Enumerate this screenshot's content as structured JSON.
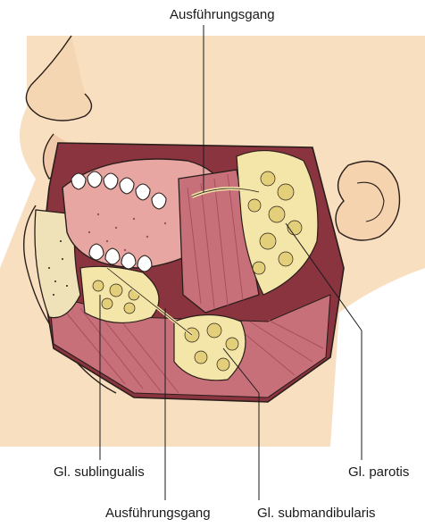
{
  "labels": {
    "top_duct": "Ausführungsgang",
    "sublingual": "Gl. sublingualis",
    "parotid": "Gl. parotis",
    "bottom_duct": "Ausführungsgang",
    "submandibular": "Gl. submandibularis"
  },
  "colors": {
    "skin": "#f7dfc0",
    "skin_shadow": "#efcfa8",
    "outline": "#2a1e1a",
    "muscle": "#c8707a",
    "muscle_dark": "#a84e5c",
    "gland": "#f3e6a8",
    "gland_shadow": "#e3cf7a",
    "tongue": "#e8a6a2",
    "teeth": "#ffffff",
    "bone": "#efe2b8",
    "cavity": "#8a3440"
  }
}
